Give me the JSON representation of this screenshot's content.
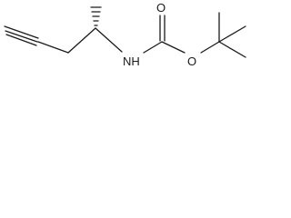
{
  "molecule": {
    "atoms": {
      "oxygen_carbonyl": "O",
      "nitrogen": "NH",
      "oxygen_ester": "O"
    }
  }
}
